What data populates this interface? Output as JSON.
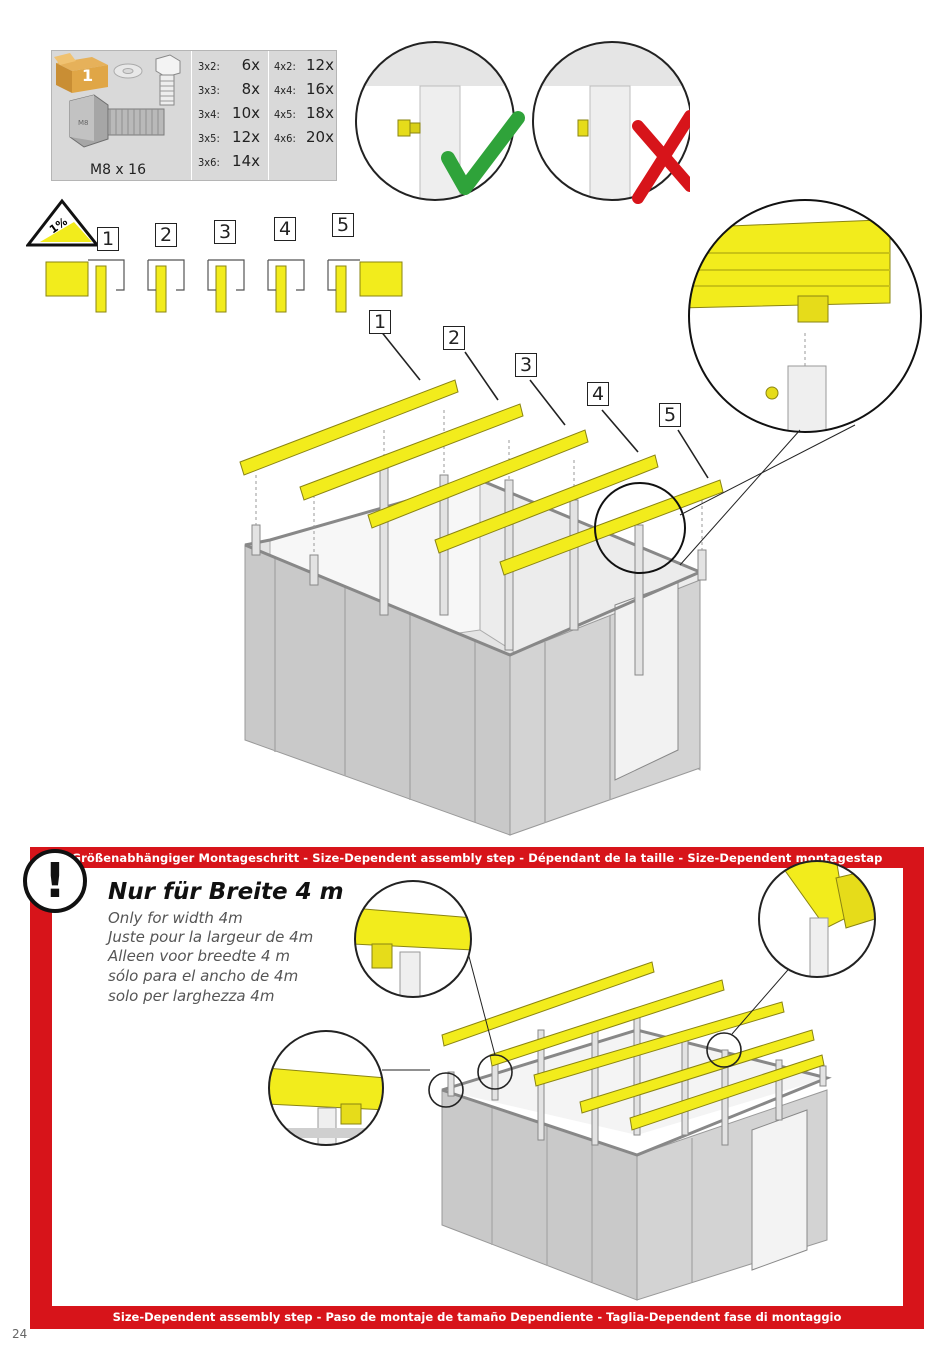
{
  "parts": {
    "badge": "1",
    "bolt_label": "M8 x 16",
    "quantities_col1": [
      {
        "size": "3x2:",
        "qty": "6x"
      },
      {
        "size": "3x3:",
        "qty": "8x"
      },
      {
        "size": "3x4:",
        "qty": "10x"
      },
      {
        "size": "3x5:",
        "qty": "12x"
      },
      {
        "size": "3x6:",
        "qty": "14x"
      }
    ],
    "quantities_col2": [
      {
        "size": "4x2:",
        "qty": "12x"
      },
      {
        "size": "4x4:",
        "qty": "16x"
      },
      {
        "size": "4x5:",
        "qty": "18x"
      },
      {
        "size": "4x6:",
        "qty": "20x"
      }
    ]
  },
  "slope": {
    "label": "1%"
  },
  "steps": [
    "1",
    "2",
    "3",
    "4",
    "5"
  ],
  "size_step": {
    "banner_top": "Größenabhängiger Montageschritt - Size-Dependent assembly step - Dépendant de la taille - Size-Dependent montagestap",
    "headline": "Nur für Breite 4 m",
    "lines": [
      "Only for width 4m",
      "Juste pour la largeur de 4m",
      "Alleen voor breedte  4 m",
      "sólo para el ancho de 4m",
      "solo per larghezza 4m"
    ],
    "banner_bottom": "Size-Dependent assembly step - Paso de montaje de tamaño Dependiente - Taglia-Dependent fase di montaggio"
  },
  "colors": {
    "accent_yellow": "#f2ec1c",
    "red": "#d7141a",
    "check_green": "#2fa33a",
    "panel_grey": "#c8c8c8"
  },
  "page_number": "24"
}
